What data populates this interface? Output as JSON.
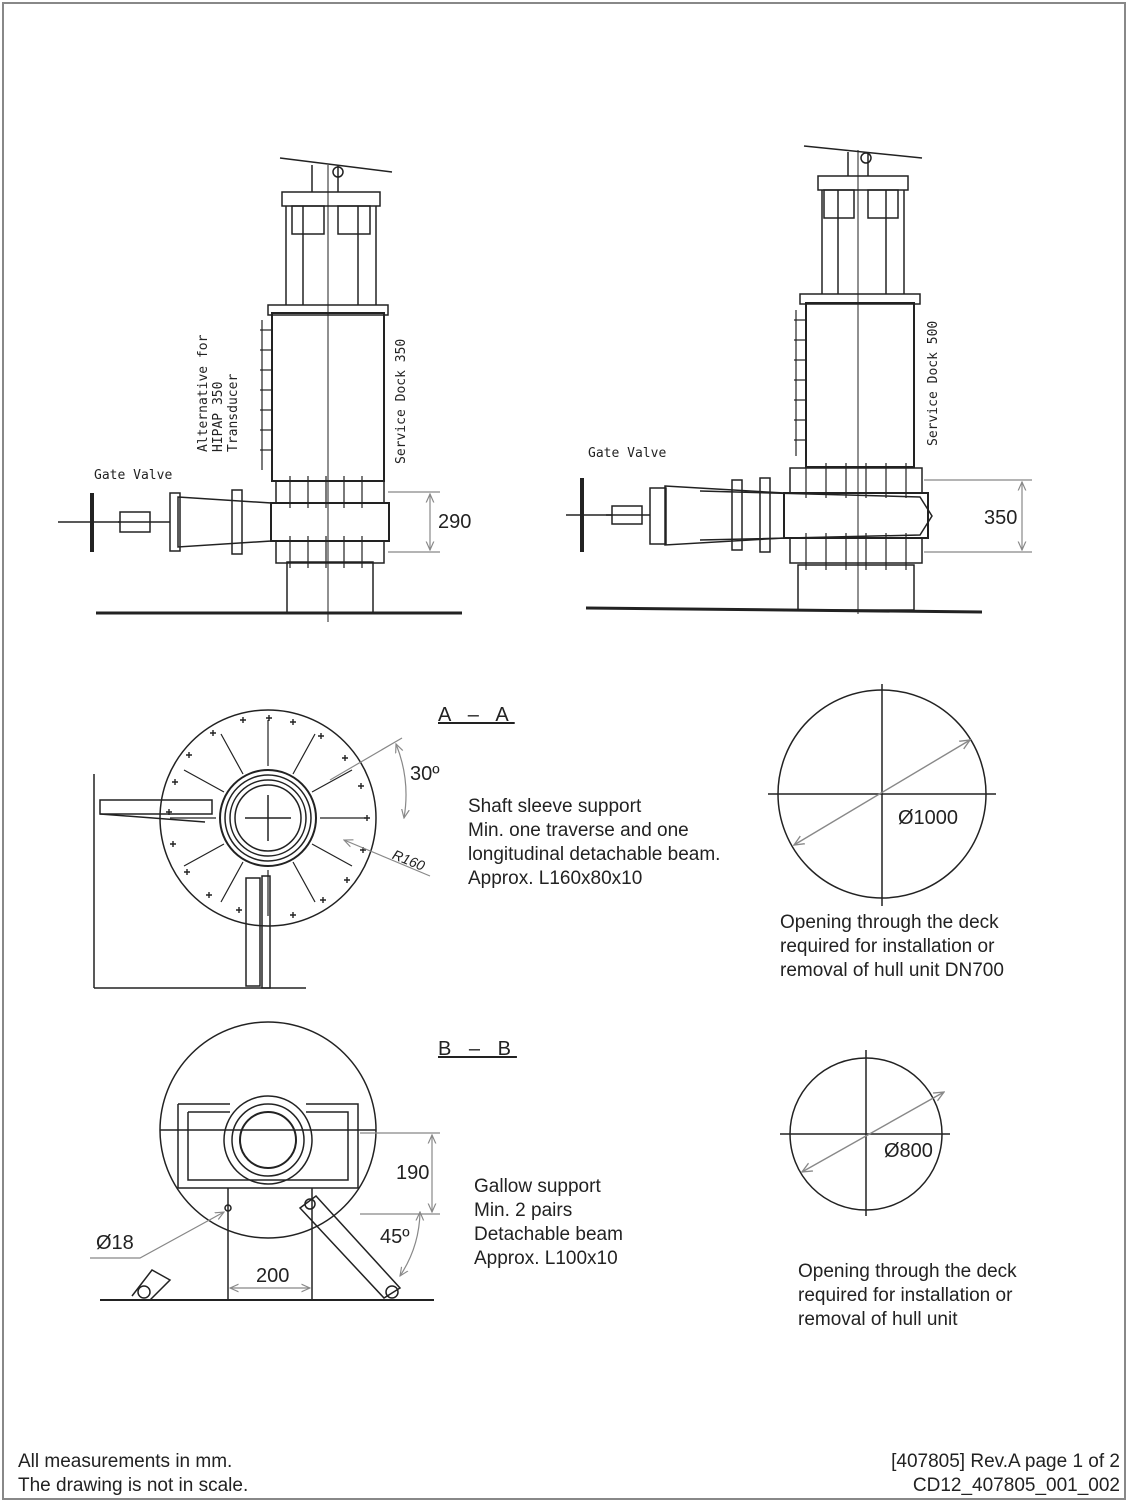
{
  "views": {
    "left": {
      "gate_valve_label": "Gate Valve",
      "dock_label": "Service Dock 350",
      "alt_label_lines": [
        "Alternative for",
        "HIPAP 350",
        "Transducer"
      ],
      "dimension": "290"
    },
    "right": {
      "gate_valve_label": "Gate Valve",
      "dock_label": "Service Dock 500",
      "dimension": "350"
    }
  },
  "section_aa": {
    "title": "A – A",
    "angle": "30º",
    "radius": "R160",
    "notes": [
      "Shaft sleeve support",
      "Min. one traverse and one",
      "longitudinal detachable beam.",
      "Approx. L160x80x10"
    ],
    "opening": {
      "diameter": "Ø1000",
      "notes": [
        "Opening through the deck",
        "required for installation or",
        "removal of hull unit DN700"
      ]
    }
  },
  "section_bb": {
    "title": "B – B",
    "height": "190",
    "hole": "Ø18",
    "width": "200",
    "angle": "45º",
    "notes": [
      "Gallow support",
      "Min. 2 pairs",
      "Detachable beam",
      "Approx. L100x10"
    ],
    "opening": {
      "diameter": "Ø800",
      "notes": [
        "Opening through the deck",
        "required for installation or",
        "removal of hull unit"
      ]
    }
  },
  "footer": {
    "left": [
      "All measurements in mm.",
      "The drawing is not in scale."
    ],
    "right": [
      "[407805] Rev.A page 1 of 2",
      "CD12_407805_001_002"
    ]
  }
}
